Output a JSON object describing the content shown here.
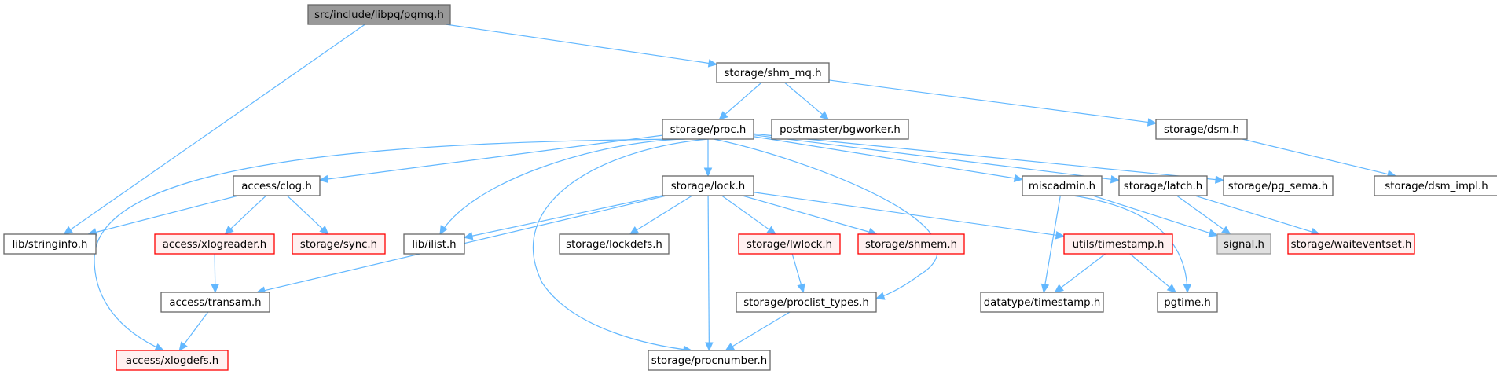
{
  "title": "src/include/libpq/pqmq.h include dependency graph",
  "legend_colors": {
    "edge": "#63b8ff",
    "root_fill": "#999999",
    "normal_fill": "#ffffff",
    "normal_border": "#666666",
    "missing_fill": "#fff0f0",
    "missing_border": "#ff0000",
    "system_fill": "#e0e0e0",
    "system_border": "#999999"
  },
  "nodes": [
    {
      "id": "pqmq",
      "label": "src/include/libpq/pqmq.h",
      "kind": "root"
    },
    {
      "id": "shm_mq",
      "label": "storage/shm_mq.h",
      "kind": "normal"
    },
    {
      "id": "stringinfo",
      "label": "lib/stringinfo.h",
      "kind": "normal"
    },
    {
      "id": "proc",
      "label": "storage/proc.h",
      "kind": "normal"
    },
    {
      "id": "bgworker",
      "label": "postmaster/bgworker.h",
      "kind": "normal"
    },
    {
      "id": "dsm",
      "label": "storage/dsm.h",
      "kind": "normal"
    },
    {
      "id": "dsm_impl",
      "label": "storage/dsm_impl.h",
      "kind": "normal"
    },
    {
      "id": "clog",
      "label": "access/clog.h",
      "kind": "normal"
    },
    {
      "id": "lock",
      "label": "storage/lock.h",
      "kind": "normal"
    },
    {
      "id": "miscadmin",
      "label": "miscadmin.h",
      "kind": "normal"
    },
    {
      "id": "latch",
      "label": "storage/latch.h",
      "kind": "normal"
    },
    {
      "id": "pg_sema",
      "label": "storage/pg_sema.h",
      "kind": "normal"
    },
    {
      "id": "xlogreader",
      "label": "access/xlogreader.h",
      "kind": "missing"
    },
    {
      "id": "sync",
      "label": "storage/sync.h",
      "kind": "missing"
    },
    {
      "id": "ilist",
      "label": "lib/ilist.h",
      "kind": "normal"
    },
    {
      "id": "lockdefs",
      "label": "storage/lockdefs.h",
      "kind": "normal"
    },
    {
      "id": "lwlock",
      "label": "storage/lwlock.h",
      "kind": "missing"
    },
    {
      "id": "shmem",
      "label": "storage/shmem.h",
      "kind": "missing"
    },
    {
      "id": "utils_timestamp",
      "label": "utils/timestamp.h",
      "kind": "missing"
    },
    {
      "id": "signal",
      "label": "signal.h",
      "kind": "system"
    },
    {
      "id": "waiteventset",
      "label": "storage/waiteventset.h",
      "kind": "missing"
    },
    {
      "id": "transam",
      "label": "access/transam.h",
      "kind": "normal"
    },
    {
      "id": "proclist_types",
      "label": "storage/proclist_types.h",
      "kind": "normal"
    },
    {
      "id": "datatype_timestamp",
      "label": "datatype/timestamp.h",
      "kind": "normal"
    },
    {
      "id": "pgtime",
      "label": "pgtime.h",
      "kind": "normal"
    },
    {
      "id": "xlogdefs",
      "label": "access/xlogdefs.h",
      "kind": "missing"
    },
    {
      "id": "procnumber",
      "label": "storage/procnumber.h",
      "kind": "normal"
    }
  ],
  "edges": [
    [
      "pqmq",
      "stringinfo"
    ],
    [
      "pqmq",
      "shm_mq"
    ],
    [
      "shm_mq",
      "proc"
    ],
    [
      "shm_mq",
      "bgworker"
    ],
    [
      "shm_mq",
      "dsm"
    ],
    [
      "dsm",
      "dsm_impl"
    ],
    [
      "proc",
      "clog"
    ],
    [
      "proc",
      "xlogdefs"
    ],
    [
      "proc",
      "ilist"
    ],
    [
      "proc",
      "lock"
    ],
    [
      "proc",
      "procnumber"
    ],
    [
      "proc",
      "proclist_types"
    ],
    [
      "proc",
      "miscadmin"
    ],
    [
      "proc",
      "latch"
    ],
    [
      "proc",
      "pg_sema"
    ],
    [
      "clog",
      "stringinfo"
    ],
    [
      "clog",
      "xlogreader"
    ],
    [
      "clog",
      "sync"
    ],
    [
      "xlogreader",
      "transam"
    ],
    [
      "transam",
      "xlogdefs"
    ],
    [
      "lock",
      "ilist"
    ],
    [
      "lock",
      "transam"
    ],
    [
      "lock",
      "lockdefs"
    ],
    [
      "lock",
      "procnumber"
    ],
    [
      "lock",
      "lwlock"
    ],
    [
      "lock",
      "shmem"
    ],
    [
      "lock",
      "utils_timestamp"
    ],
    [
      "lwlock",
      "proclist_types"
    ],
    [
      "proclist_types",
      "procnumber"
    ],
    [
      "miscadmin",
      "datatype_timestamp"
    ],
    [
      "miscadmin",
      "pgtime"
    ],
    [
      "miscadmin",
      "signal"
    ],
    [
      "latch",
      "signal"
    ],
    [
      "latch",
      "waiteventset"
    ],
    [
      "utils_timestamp",
      "datatype_timestamp"
    ],
    [
      "utils_timestamp",
      "pgtime"
    ]
  ]
}
